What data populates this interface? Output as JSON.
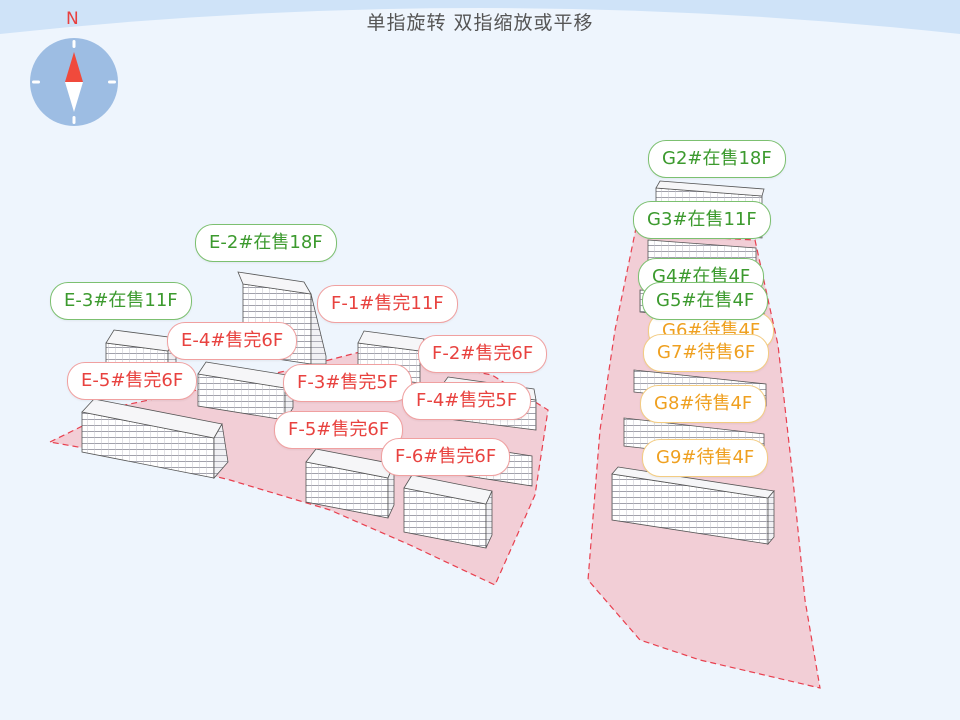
{
  "header": {
    "hint": "单指旋转 双指缩放或平移",
    "compass_label": "N"
  },
  "colors": {
    "sky": "#cfe3f8",
    "ground": "#eef5fd",
    "site_fill": "#f2ced6",
    "site_border": "#e8404f",
    "on_sale": "#3c9a2e",
    "sold_out": "#e8423f",
    "pending": "#efa020"
  },
  "labels": {
    "e2": "E-2#在售18F",
    "e3": "E-3#在售11F",
    "e4": "E-4#售完6F",
    "e5": "E-5#售完6F",
    "f1": "F-1#售完11F",
    "f2": "F-2#售完6F",
    "f3": "F-3#售完5F",
    "f4": "F-4#售完5F",
    "f5": "F-5#售完6F",
    "f6": "F-6#售完6F",
    "g2": "G2#在售18F",
    "g3": "G3#在售11F",
    "g4": "G4#在售4F",
    "g5": "G5#在售4F",
    "g6": "G6#待售4F",
    "g7": "G7#待售6F",
    "g8": "G8#待售4F",
    "g9": "G9#待售4F"
  }
}
